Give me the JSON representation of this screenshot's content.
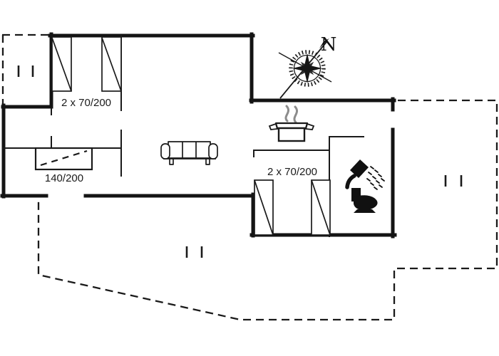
{
  "plan": {
    "background_color": "#ffffff",
    "line_color": "#1a1a1a",
    "steam_color": "#8c8c8c",
    "compass": {
      "north_label": "N"
    },
    "rooms": {
      "bedroom_nw": {
        "bed_label": "2 x 70/200"
      },
      "bedroom_w": {
        "bed_label": "140/200"
      },
      "bedroom_s": {
        "bed_label": "2 x 70/200"
      }
    },
    "icons": [
      "compass-rose-icon",
      "steam-pot-icon",
      "sofa-icon",
      "shower-icon",
      "toilet-icon",
      "window-marker-icon"
    ]
  }
}
